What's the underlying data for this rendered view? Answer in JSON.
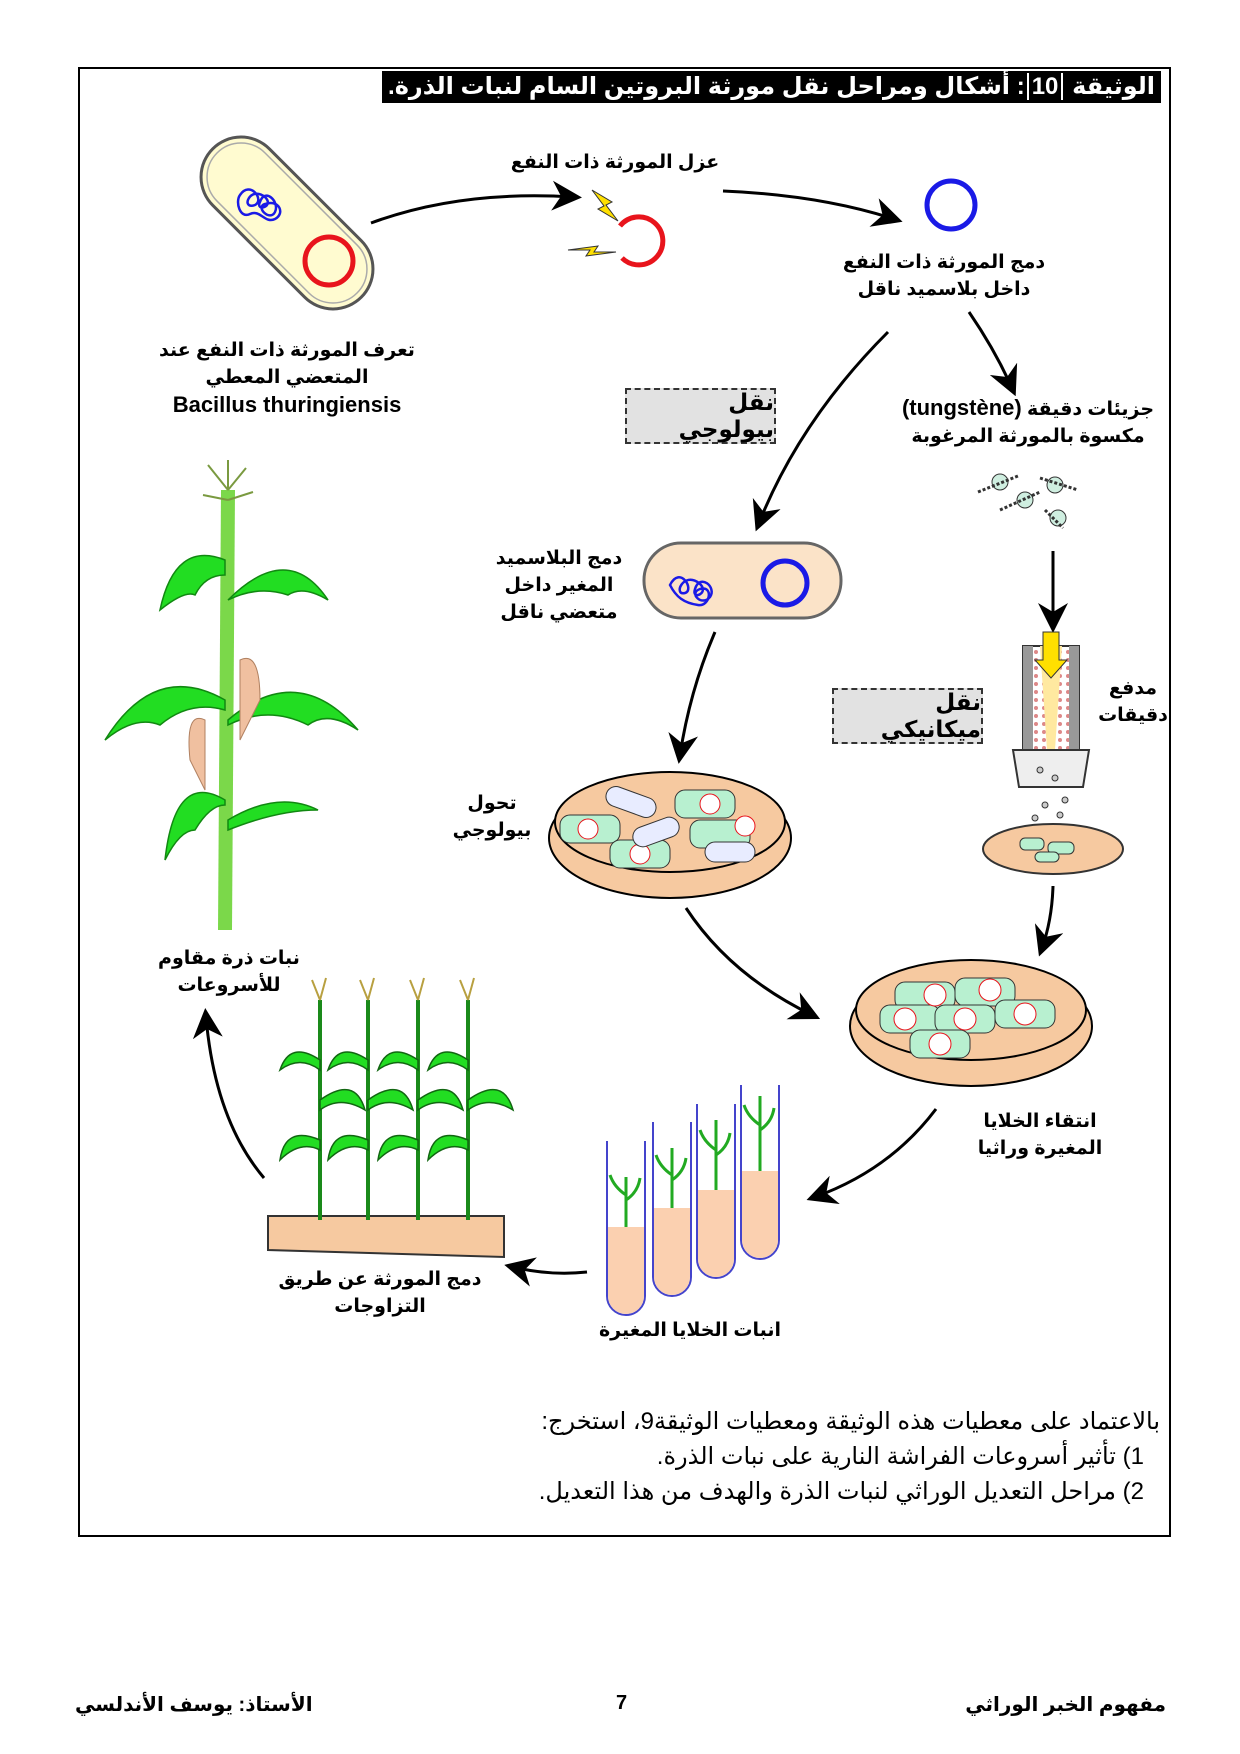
{
  "document": {
    "title_prefix": "الوثيقة",
    "title_number": "10",
    "title_text": ": أشكال ومراحل نقل مورثة البروتين السام لنبات الذرة."
  },
  "diagram": {
    "isolate_gene": "عزل المورثة ذات النفع",
    "integrate_plasmid_1": "دمج المورثة ذات النفع",
    "integrate_plasmid_2": "داخل بلاسميد ناقل",
    "identify_gene_1": "تعرف المورثة ذات النفع عند",
    "identify_gene_2": "المتعضي المعطي",
    "bacterium_name": "Bacillus thuringiensis",
    "bio_transfer": "نقل بيولوجي",
    "particles_1_ar": "جزيئات دقيقة",
    "particles_1_latin": "(tungstène)",
    "particles_2": "مكسوة بالمورثة المرغوبة",
    "modified_plasmid_1": "دمج البلاسميد",
    "modified_plasmid_2": "المغير داخل",
    "modified_plasmid_3": "متعضي ناقل",
    "mech_transfer": "نقل ميكانيكي",
    "gun_1": "مدفع",
    "gun_2": "دقيقات",
    "bio_transform_1": "تحول",
    "bio_transform_2": "بيولوجي",
    "resistant_plant_1": "نبات ذرة مقاوم",
    "resistant_plant_2": "للأسروعات",
    "selection_1": "انتقاء الخلايا",
    "selection_2": "المغيرة وراثيا",
    "crossing_1": "دمج المورثة عن طريق",
    "crossing_2": "التزاوجات",
    "germination": "انبات الخلايا المغيرة"
  },
  "questions": {
    "intro": "بالاعتماد على معطيات هذه الوثيقة ومعطيات الوثيقة9، استخرج:",
    "q1": "1)  تأثير أسروعات الفراشة النارية على نبات الذرة.",
    "q2": "2)  مراحل التعديل الوراثي لنبات الذرة والهدف من هذا التعديل."
  },
  "footer": {
    "subject": "مفهوم الخبر الوراثي",
    "page": "7",
    "author": "الأستاذ: يوسف الأندلسي"
  },
  "colors": {
    "plasmid_red": "#e8141c",
    "plasmid_blue": "#1a1ae6",
    "cell_fill": "#fbe3c8",
    "plant_green": "#22dd22",
    "dish": "#f6c9a0"
  }
}
